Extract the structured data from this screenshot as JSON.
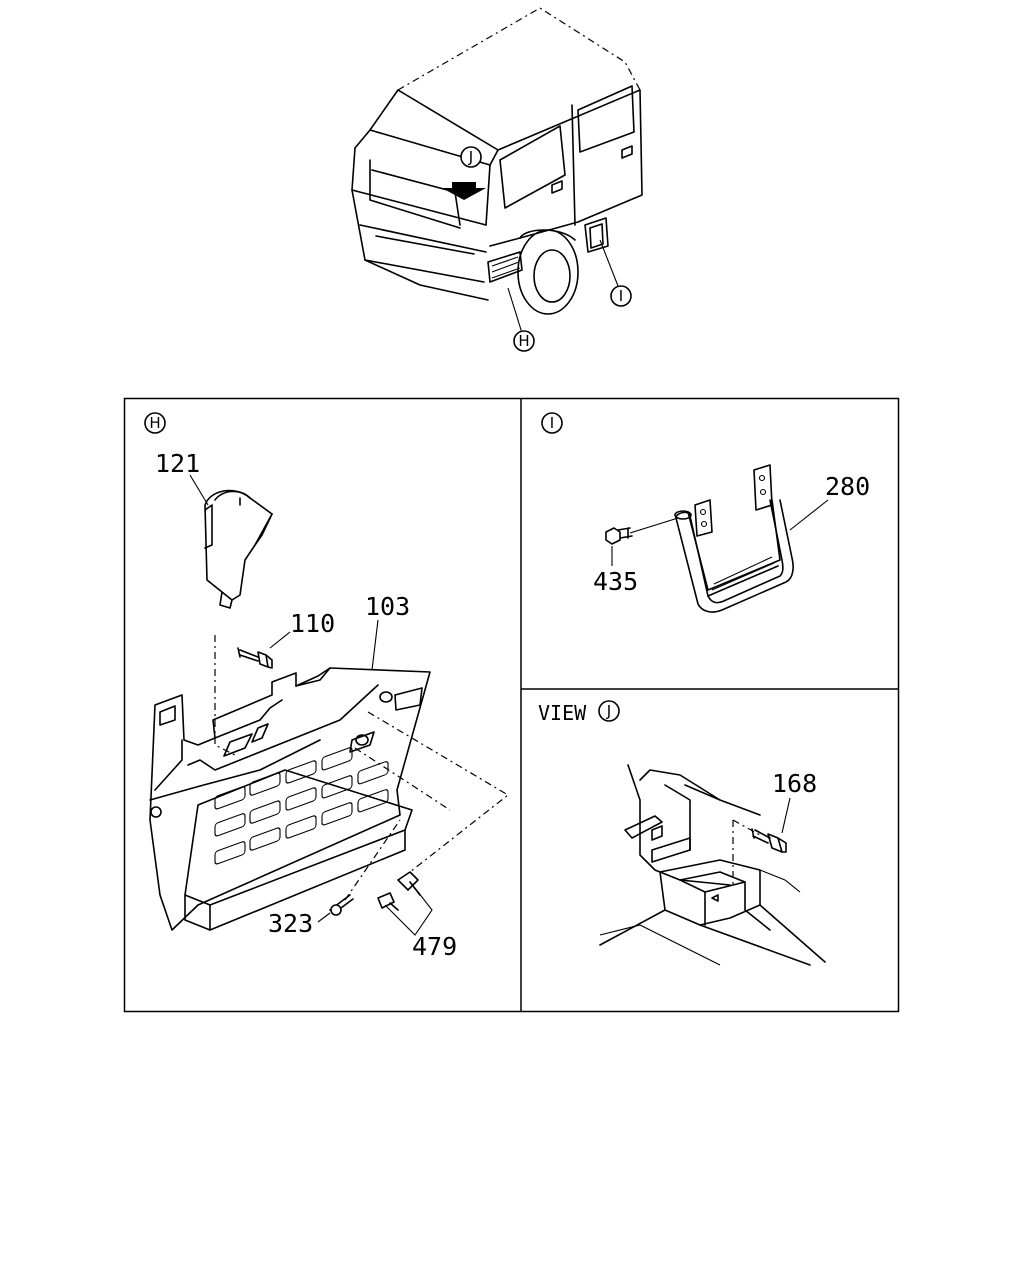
{
  "overview": {
    "callout_h": "H",
    "callout_i": "I",
    "callout_j": "J"
  },
  "panel_h": {
    "tag": "H",
    "parts": [
      "121",
      "110",
      "103",
      "323",
      "479"
    ]
  },
  "panel_i": {
    "tag": "I",
    "parts": [
      "280",
      "435"
    ]
  },
  "panel_j": {
    "view_word": "VIEW",
    "tag": "J",
    "parts": [
      "168"
    ]
  }
}
